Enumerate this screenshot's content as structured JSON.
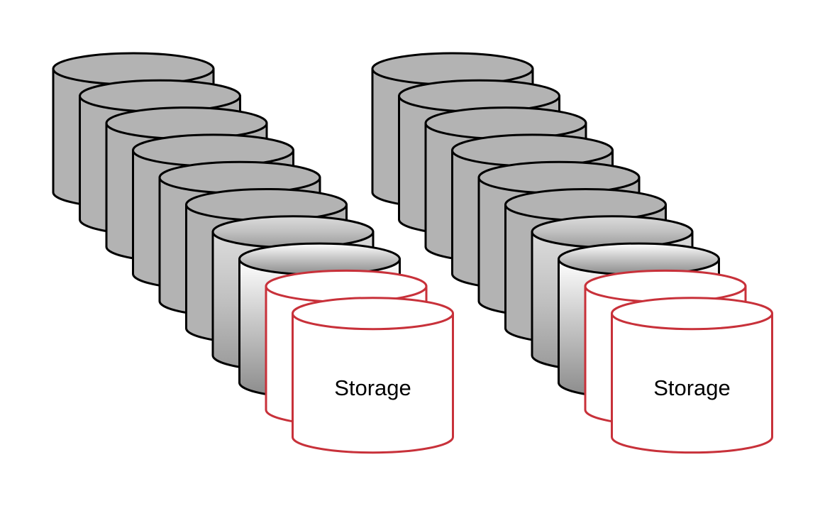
{
  "diagram": {
    "groups": [
      {
        "name": "left",
        "gray_cylinder_count": 8,
        "storage_cylinder_count": 2,
        "storage_label": "Storage"
      },
      {
        "name": "right",
        "gray_cylinder_count": 8,
        "storage_cylinder_count": 2,
        "storage_label": "Storage"
      }
    ],
    "colors": {
      "gray_fill": "#b3b3b3",
      "gray_outline": "#000000",
      "storage_fill": "#ffffff",
      "storage_outline": "#c8313a",
      "label_text": "#000000",
      "background": "#ffffff"
    }
  }
}
